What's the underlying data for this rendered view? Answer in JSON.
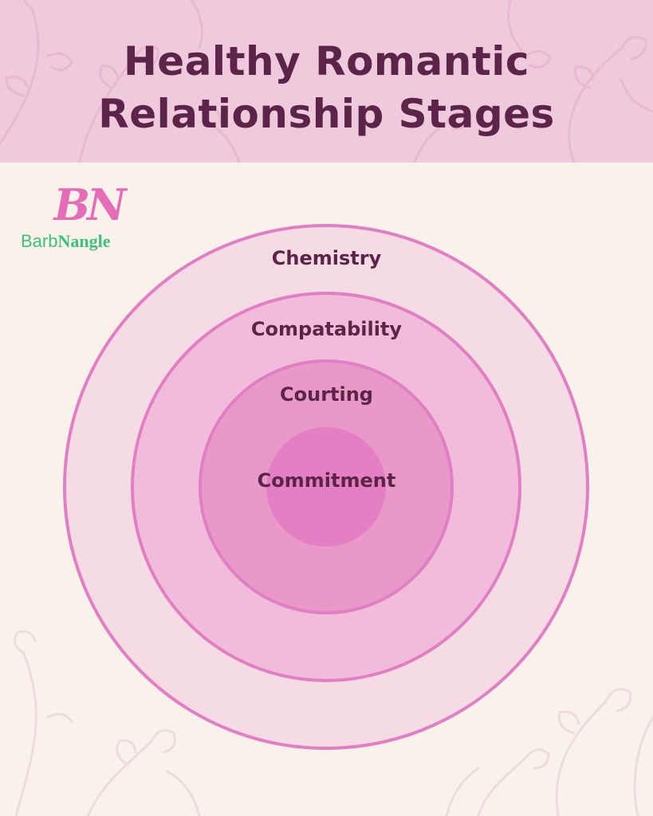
{
  "header": {
    "title_line1": "Healthy Romantic",
    "title_line2": "Relationship Stages"
  },
  "logo": {
    "mark": "BN",
    "word_part1": "Barb",
    "word_part2": "Nangle"
  },
  "stages": [
    {
      "label": "Chemistry"
    },
    {
      "label": "Compatability"
    },
    {
      "label": "Courting"
    },
    {
      "label": "Commitment"
    }
  ],
  "colors": {
    "header_bg": "#efc9dc",
    "page_bg": "#f8f2ea",
    "title_text": "#5b2448",
    "ring_stroke": "#e27fc4",
    "ring1_fill": "#f5dbe3",
    "ring2_fill": "#f0bcd9",
    "ring3_fill": "#e899ca",
    "core_fill": "#e47fc3",
    "logo_pink": "#e56cb6",
    "logo_green": "#3fbf7f"
  },
  "icons": [
    "flower-sprig-decoration"
  ]
}
